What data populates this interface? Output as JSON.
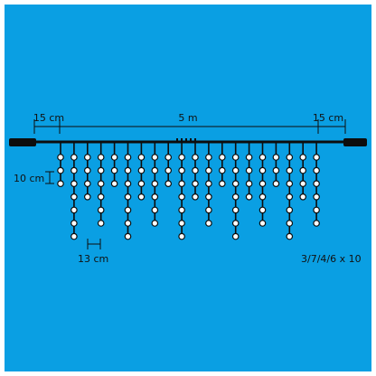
{
  "colors": {
    "background": "#0a9fe3",
    "frame": "#ffffff",
    "wire": "#0d0d0d",
    "bulb_fill": "#ffffff",
    "bulb_stroke": "#0d0d0d"
  },
  "labels": {
    "lead_left": "15 cm",
    "span": "5 m",
    "lead_right": "15 cm",
    "bulb_spacing": "10 cm",
    "strand_spacing": "13 cm",
    "pattern": "3/7/4/6 x 10"
  },
  "icicle": {
    "pattern_lengths": [
      3,
      7,
      4,
      6
    ],
    "repeat": 10,
    "strands_drawn": 20
  }
}
